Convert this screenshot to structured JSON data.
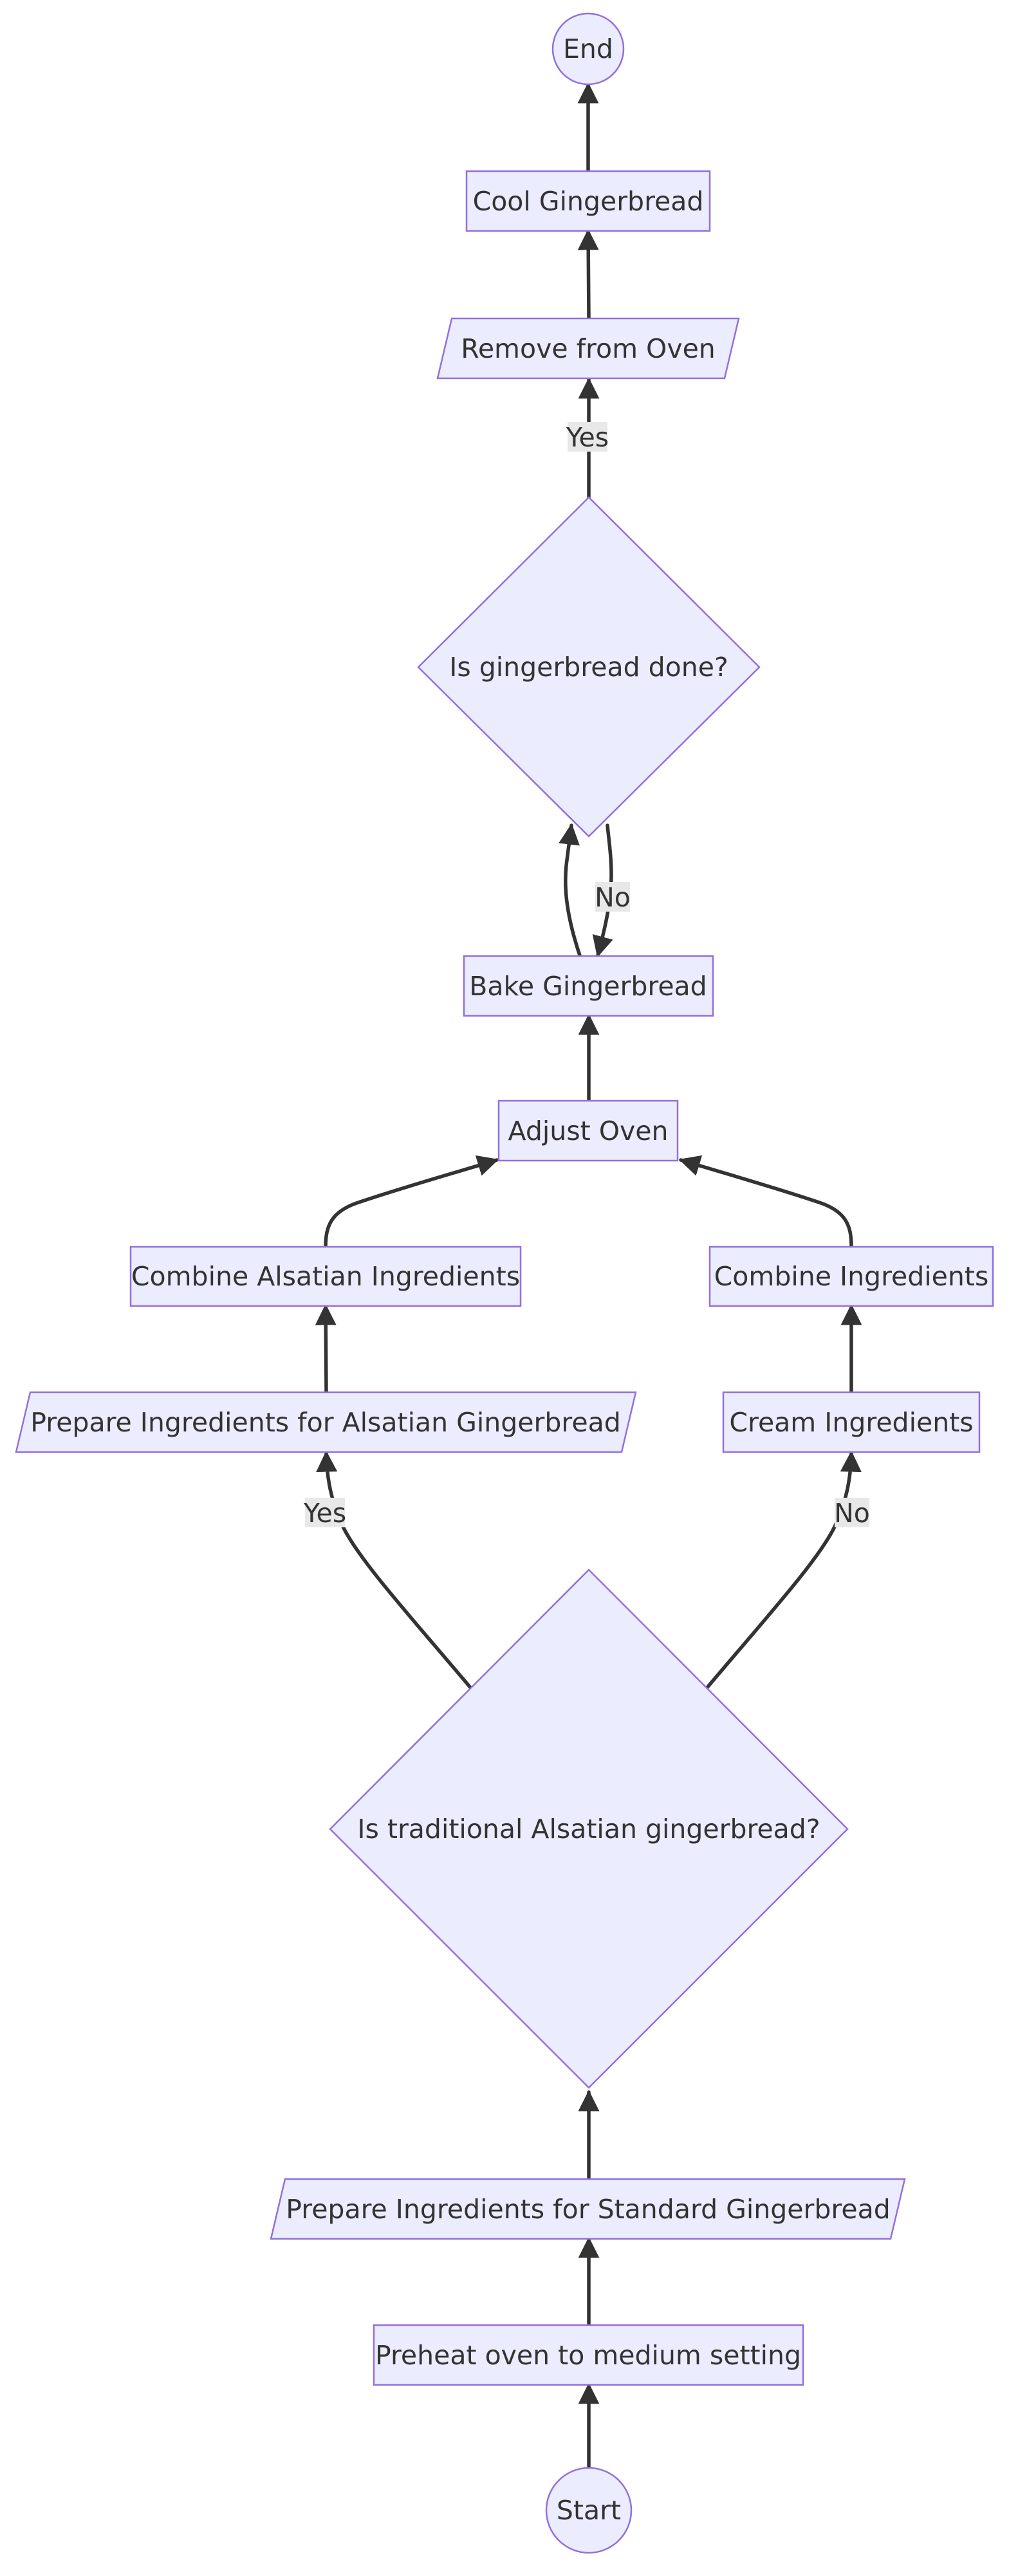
{
  "diagram": {
    "nodes": [
      {
        "id": "end",
        "shape": "circle",
        "label": "End"
      },
      {
        "id": "cool",
        "shape": "rect",
        "label": "Cool Gingerbread"
      },
      {
        "id": "remove",
        "shape": "parallelogram",
        "label": "Remove from Oven"
      },
      {
        "id": "done",
        "shape": "diamond",
        "label": "Is gingerbread done?"
      },
      {
        "id": "bake",
        "shape": "rect",
        "label": "Bake Gingerbread"
      },
      {
        "id": "adjust",
        "shape": "rect",
        "label": "Adjust Oven"
      },
      {
        "id": "combine_alsatian",
        "shape": "rect",
        "label": "Combine Alsatian Ingredients"
      },
      {
        "id": "combine",
        "shape": "rect",
        "label": "Combine Ingredients"
      },
      {
        "id": "prep_alsatian",
        "shape": "parallelogram",
        "label": "Prepare Ingredients for Alsatian Gingerbread"
      },
      {
        "id": "cream",
        "shape": "rect",
        "label": "Cream Ingredients"
      },
      {
        "id": "traditional",
        "shape": "diamond",
        "label": "Is traditional Alsatian gingerbread?"
      },
      {
        "id": "prep_standard",
        "shape": "parallelogram",
        "label": "Prepare Ingredients for Standard Gingerbread"
      },
      {
        "id": "preheat",
        "shape": "rect",
        "label": "Preheat oven to medium setting"
      },
      {
        "id": "start",
        "shape": "circle",
        "label": "Start"
      }
    ],
    "edges": [
      {
        "from": "start",
        "to": "preheat",
        "label": ""
      },
      {
        "from": "preheat",
        "to": "prep_standard",
        "label": ""
      },
      {
        "from": "prep_standard",
        "to": "traditional",
        "label": ""
      },
      {
        "from": "traditional",
        "to": "prep_alsatian",
        "label": "Yes"
      },
      {
        "from": "traditional",
        "to": "cream",
        "label": "No"
      },
      {
        "from": "prep_alsatian",
        "to": "combine_alsatian",
        "label": ""
      },
      {
        "from": "cream",
        "to": "combine",
        "label": ""
      },
      {
        "from": "combine_alsatian",
        "to": "adjust",
        "label": ""
      },
      {
        "from": "combine",
        "to": "adjust",
        "label": ""
      },
      {
        "from": "adjust",
        "to": "bake",
        "label": ""
      },
      {
        "from": "bake",
        "to": "done",
        "label": ""
      },
      {
        "from": "done",
        "to": "bake",
        "label": "No"
      },
      {
        "from": "done",
        "to": "remove",
        "label": "Yes"
      },
      {
        "from": "remove",
        "to": "cool",
        "label": ""
      },
      {
        "from": "cool",
        "to": "end",
        "label": ""
      }
    ]
  },
  "colors": {
    "node_fill": "#ECECFF",
    "node_stroke": "#9370DB",
    "edge": "#333333",
    "edge_label_bg": "#E8E8E8",
    "text": "#333333"
  }
}
